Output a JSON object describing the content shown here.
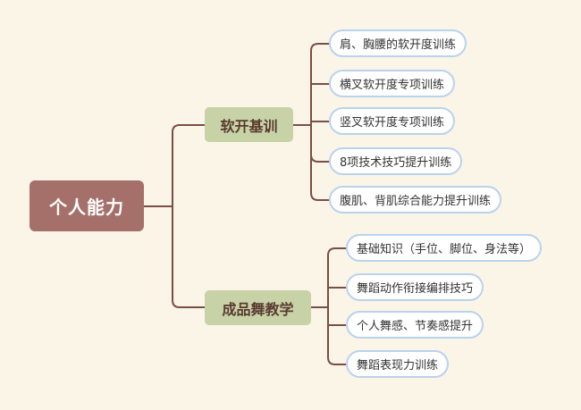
{
  "mindmap": {
    "root": {
      "label": "个人能力"
    },
    "branches": [
      {
        "label": "软开基训",
        "children": [
          "肩、胸腰的软开度训练",
          "横叉软开度专项训练",
          "竖叉软开度专项训练",
          "8项技术技巧提升训练",
          "腹肌、背肌综合能力提升训练"
        ]
      },
      {
        "label": "成品舞教学",
        "children": [
          "基础知识（手位、脚位、身法等）",
          "舞蹈动作衔接编排技巧",
          "个人舞感、节奏感提升",
          "舞蹈表现力训练"
        ]
      }
    ],
    "colors": {
      "background": "#fbf5e8",
      "root_fill": "#a6706a",
      "branch_fill": "#c7d3a6",
      "connector": "#7b4e44",
      "leaf_border": "#b9d2ee"
    }
  }
}
